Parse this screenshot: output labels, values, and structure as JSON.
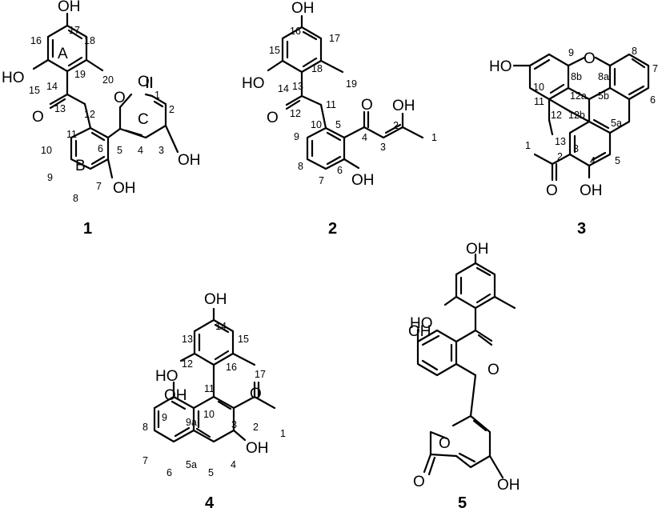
{
  "compounds": [
    {
      "id": "1",
      "atoms": [
        "OH",
        "HO",
        "O",
        "O",
        "O",
        "OH",
        "OH"
      ],
      "ring_labels": [
        "A",
        "B",
        "C"
      ],
      "numbers": [
        "17",
        "18",
        "16",
        "19",
        "20",
        "15",
        "14",
        "13",
        "12",
        "1",
        "2",
        "11",
        "6",
        "5",
        "4",
        "3",
        "10",
        "9",
        "8",
        "7"
      ]
    },
    {
      "id": "2",
      "atoms": [
        "OH",
        "HO",
        "O",
        "O",
        "OH",
        "OH"
      ],
      "numbers": [
        "16",
        "17",
        "15",
        "18",
        "19",
        "14",
        "13",
        "12",
        "11",
        "10",
        "5",
        "4",
        "3",
        "2",
        "1",
        "9",
        "8",
        "7",
        "6"
      ]
    },
    {
      "id": "3",
      "atoms": [
        "HO",
        "O",
        "O",
        "OH"
      ],
      "numbers": [
        "10",
        "9",
        "8b",
        "8a",
        "8",
        "7",
        "11",
        "12a",
        "5b",
        "6",
        "12",
        "12b",
        "5a",
        "13",
        "1",
        "2",
        "3",
        "4",
        "5"
      ]
    },
    {
      "id": "4",
      "atoms": [
        "OH",
        "HO",
        "OH",
        "O",
        "OH"
      ],
      "numbers": [
        "14",
        "13",
        "15",
        "12",
        "16",
        "17",
        "11",
        "9",
        "10",
        "3",
        "9a",
        "2",
        "1",
        "8",
        "7",
        "6",
        "5a",
        "5",
        "4"
      ]
    },
    {
      "id": "5",
      "atoms": [
        "OH",
        "HO",
        "OH",
        "O",
        "O",
        "O",
        "OH"
      ]
    }
  ]
}
